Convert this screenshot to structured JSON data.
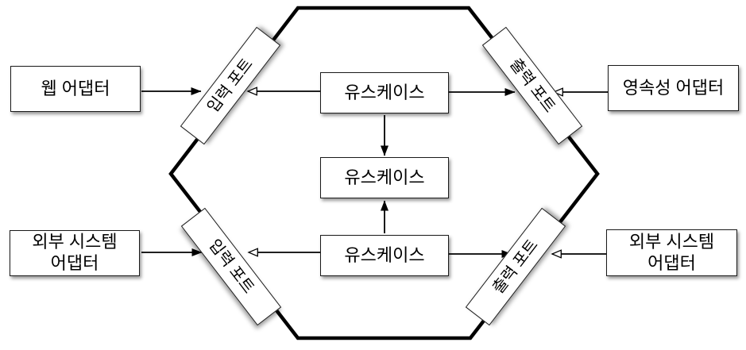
{
  "diagram_type": "hexagonal-architecture",
  "colors": {
    "background": "#ffffff",
    "line": "#000000",
    "box_background": "#ffffff",
    "box_border": "#1a1a1a",
    "hollow_arrow_fill": "#ffffff"
  },
  "nodes": {
    "web_adapter": {
      "label": "웹 어댑터"
    },
    "external_system_adapter_left": {
      "label": "외부 시스템\n어댑터"
    },
    "persistence_adapter": {
      "label": "영속성 어댑터"
    },
    "external_system_adapter_right": {
      "label": "외부 시스템\n어댑터"
    },
    "input_port_top": {
      "label": "입력 포트"
    },
    "output_port_top": {
      "label": "출력 포트"
    },
    "input_port_bottom": {
      "label": "입력 포트"
    },
    "output_port_bottom": {
      "label": "출력 포트"
    },
    "use_case_top": {
      "label": "유스케이스"
    },
    "use_case_middle": {
      "label": "유스케이스"
    },
    "use_case_bottom": {
      "label": "유스케이스"
    }
  },
  "edges": [
    {
      "from": "web_adapter",
      "to": "input_port_top",
      "head": "filled"
    },
    {
      "from": "use_case_top",
      "to": "input_port_top",
      "head": "hollow"
    },
    {
      "from": "use_case_top",
      "to": "output_port_top",
      "head": "filled"
    },
    {
      "from": "persistence_adapter",
      "to": "output_port_top",
      "head": "hollow"
    },
    {
      "from": "use_case_top",
      "to": "use_case_middle",
      "head": "filled"
    },
    {
      "from": "use_case_bottom",
      "to": "use_case_middle",
      "head": "filled"
    },
    {
      "from": "external_system_adapter_left",
      "to": "input_port_bottom",
      "head": "filled"
    },
    {
      "from": "use_case_bottom",
      "to": "input_port_bottom",
      "head": "hollow"
    },
    {
      "from": "use_case_bottom",
      "to": "output_port_bottom",
      "head": "filled"
    },
    {
      "from": "external_system_adapter_right",
      "to": "output_port_bottom",
      "head": "hollow"
    }
  ]
}
